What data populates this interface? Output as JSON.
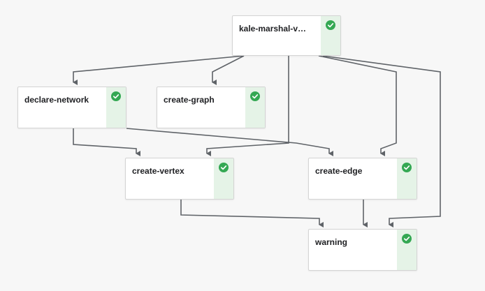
{
  "graph": {
    "colors": {
      "edge": "#5f6368",
      "success": "#34a853",
      "status_bg": "#e5f3e7",
      "background": "#f7f7f7"
    },
    "nodes": [
      {
        "id": "kale",
        "label": "kale-marshal-vol...",
        "status": "succeeded",
        "status_icon": "check-circle-icon"
      },
      {
        "id": "declare",
        "label": "declare-network",
        "status": "succeeded",
        "status_icon": "check-circle-icon"
      },
      {
        "id": "graph",
        "label": "create-graph",
        "status": "succeeded",
        "status_icon": "check-circle-icon"
      },
      {
        "id": "vertex",
        "label": "create-vertex",
        "status": "succeeded",
        "status_icon": "check-circle-icon"
      },
      {
        "id": "edge",
        "label": "create-edge",
        "status": "succeeded",
        "status_icon": "check-circle-icon"
      },
      {
        "id": "warning",
        "label": "warning",
        "status": "succeeded",
        "status_icon": "check-circle-icon"
      }
    ],
    "edges": [
      {
        "from": "kale",
        "to": "declare"
      },
      {
        "from": "kale",
        "to": "graph"
      },
      {
        "from": "kale",
        "to": "vertex"
      },
      {
        "from": "kale",
        "to": "edge"
      },
      {
        "from": "kale",
        "to": "warning"
      },
      {
        "from": "declare",
        "to": "vertex"
      },
      {
        "from": "declare",
        "to": "edge"
      },
      {
        "from": "vertex",
        "to": "warning"
      },
      {
        "from": "edge",
        "to": "warning"
      }
    ]
  }
}
